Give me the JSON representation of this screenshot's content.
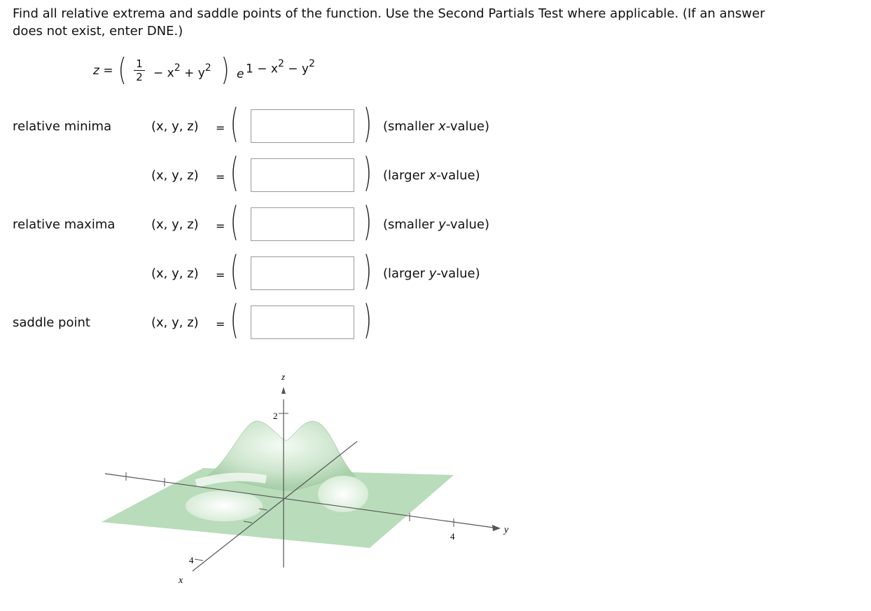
{
  "question": {
    "text_line1": "Find all relative extrema and saddle points of the function. Use the Second Partials Test where applicable. (If an answer",
    "text_line2": "does not exist, enter DNE.)"
  },
  "formula": {
    "lhs": "z",
    "equals": "=",
    "frac_num": "1",
    "frac_den": "2",
    "middle_1": "−  x",
    "sup_2a": "2",
    "middle_2": " + y",
    "sup_2b": "2",
    "exp_base": "e",
    "exp_text": "1 − x",
    "exp_sup_1": "2",
    "exp_text_2": " − y",
    "exp_sup_2": "2"
  },
  "labels": {
    "relative_minima": "relative minima",
    "relative_maxima": "relative maxima",
    "saddle_point": "saddle point"
  },
  "tuple_label": "(x, y, z)",
  "equals": "=",
  "answers": [
    {
      "value": "",
      "hint_pre": "(smaller ",
      "hint_var": "x",
      "hint_post": "-value)"
    },
    {
      "value": "",
      "hint_pre": "(larger ",
      "hint_var": "x",
      "hint_post": "-value)"
    },
    {
      "value": "",
      "hint_pre": "(smaller ",
      "hint_var": "y",
      "hint_post": "-value)"
    },
    {
      "value": "",
      "hint_pre": "(larger ",
      "hint_var": "y",
      "hint_post": "-value)"
    },
    {
      "value": "",
      "hint_pre": "",
      "hint_var": "",
      "hint_post": ""
    }
  ],
  "graph": {
    "z_axis_label": "z",
    "y_axis_label": "y",
    "x_axis_label": "x",
    "z_tick": "2",
    "y_tick": "4",
    "x_tick": "4",
    "surface_color": "#cfe6cf",
    "plane_color": "#b9dcba"
  }
}
